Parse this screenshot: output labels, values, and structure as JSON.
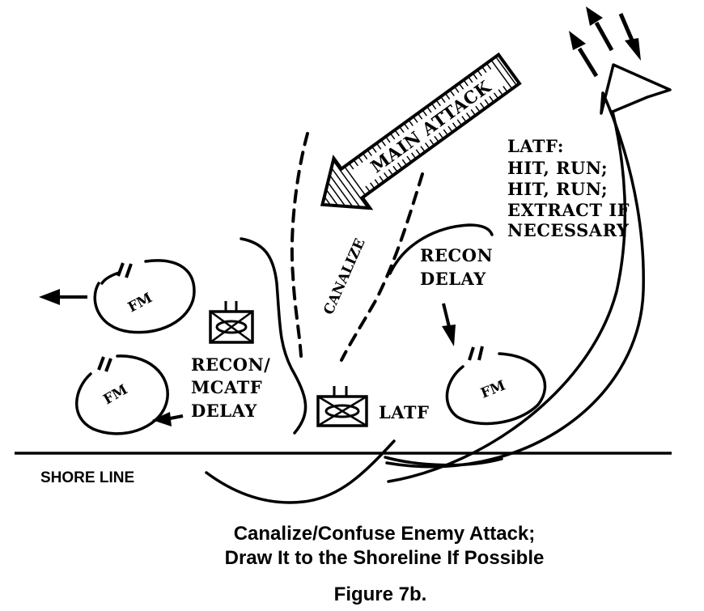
{
  "figure": {
    "number_label": "Figure 7b.",
    "caption_line1": "Canalize/Confuse Enemy Attack;",
    "caption_line2": "Draw It to the Shoreline If Possible"
  },
  "labels": {
    "main_attack": "MAIN ATTACK",
    "canalize": "CANALIZE",
    "latf_orders": [
      "LATF:",
      "HIT, RUN;",
      "HIT, RUN;",
      "EXTRACT IF",
      "NECESSARY"
    ],
    "recon_delay": [
      "RECON",
      "DELAY"
    ],
    "recon_mcatf_delay": [
      "RECON/",
      "MCATF",
      "DELAY"
    ],
    "latf_unit": "LATF",
    "shore_line": "SHORE LINE",
    "fm": "FM"
  },
  "units": [
    {
      "id": "fm-northwest",
      "symbol": "FM",
      "echelon": "II"
    },
    {
      "id": "fm-southwest",
      "symbol": "FM",
      "echelon": "II"
    },
    {
      "id": "fm-southeast",
      "symbol": "FM",
      "echelon": "II"
    },
    {
      "id": "recon-mcatf",
      "symbol": "armored-recon-box"
    },
    {
      "id": "latf",
      "symbol": "armored-recon-box"
    }
  ],
  "colors": {
    "ink": "#000000",
    "paper": "#ffffff"
  }
}
